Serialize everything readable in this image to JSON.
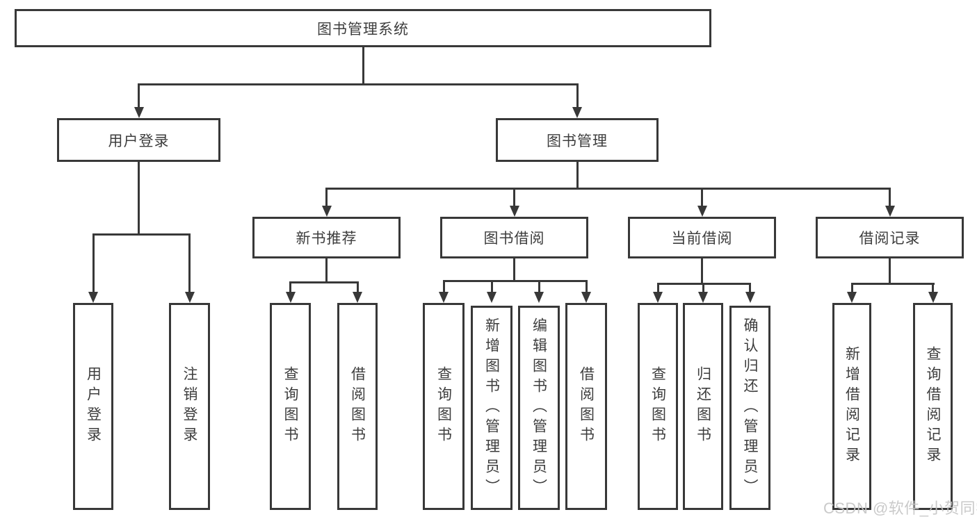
{
  "diagram": {
    "root": {
      "label": "图书管理系统"
    },
    "branches": {
      "user": {
        "label": "用户登录",
        "leaves": [
          "用户登录",
          "注销登录"
        ]
      },
      "book": {
        "label": "图书管理",
        "sections": [
          {
            "label": "新书推荐",
            "leaves": [
              "查询图书",
              "借阅图书"
            ]
          },
          {
            "label": "图书借阅",
            "leaves": [
              "查询图书",
              "新增图书（管理员）",
              "编辑图书（管理员）",
              "借阅图书"
            ]
          },
          {
            "label": "当前借阅",
            "leaves": [
              "查询图书",
              "归还图书",
              "确认归还（管理员）"
            ]
          },
          {
            "label": "借阅记录",
            "leaves": [
              "新增借阅记录",
              "查询借阅记录"
            ]
          }
        ]
      }
    }
  },
  "watermark": {
    "text": "CSDN @软件_小贺同学"
  },
  "colors": {
    "line": "#383838",
    "text": "#3d3d3d",
    "watermark": "#c5c5c5",
    "background": "#ffffff"
  }
}
